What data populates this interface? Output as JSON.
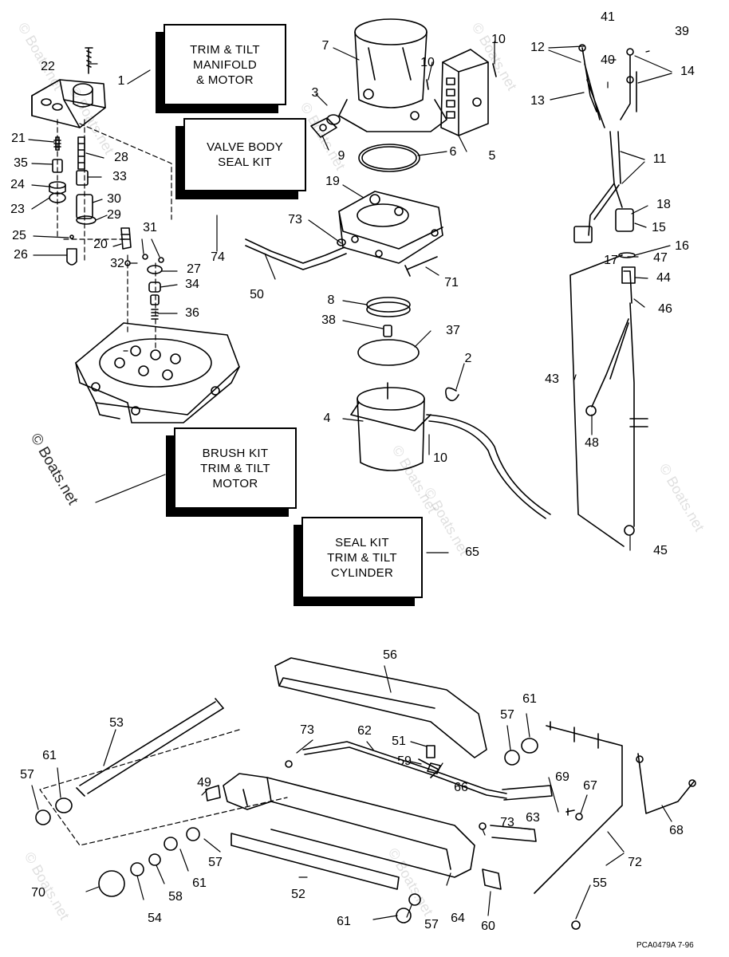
{
  "boxes": {
    "manifold": "TRIM & TILT\nMANIFOLD\n& MOTOR",
    "valve": "VALVE BODY\nSEAL KIT",
    "brush": "BRUSH KIT\nTRIM & TILT\nMOTOR",
    "seal": "SEAL KIT\nTRIM & TILT\nCYLINDER"
  },
  "labels": [
    "1",
    "2",
    "3",
    "4",
    "5",
    "6",
    "7",
    "8",
    "9",
    "10",
    "10",
    "10",
    "11",
    "12",
    "13",
    "14",
    "15",
    "16",
    "17",
    "18",
    "19",
    "20",
    "21",
    "22",
    "23",
    "24",
    "25",
    "26",
    "27",
    "28",
    "29",
    "30",
    "31",
    "32",
    "33",
    "34",
    "35",
    "36",
    "37",
    "38",
    "39",
    "40",
    "41",
    "43",
    "44",
    "45",
    "46",
    "47",
    "48",
    "49",
    "50",
    "51",
    "52",
    "53",
    "54",
    "55",
    "56",
    "57",
    "57",
    "57",
    "57",
    "58",
    "59",
    "60",
    "61",
    "61",
    "61",
    "61",
    "62",
    "63",
    "64",
    "65",
    "66",
    "67",
    "68",
    "69",
    "70",
    "71",
    "72",
    "73",
    "73",
    "73",
    "74"
  ],
  "watermark": "© Boats.net",
  "code": "PCA0479A   7-96"
}
